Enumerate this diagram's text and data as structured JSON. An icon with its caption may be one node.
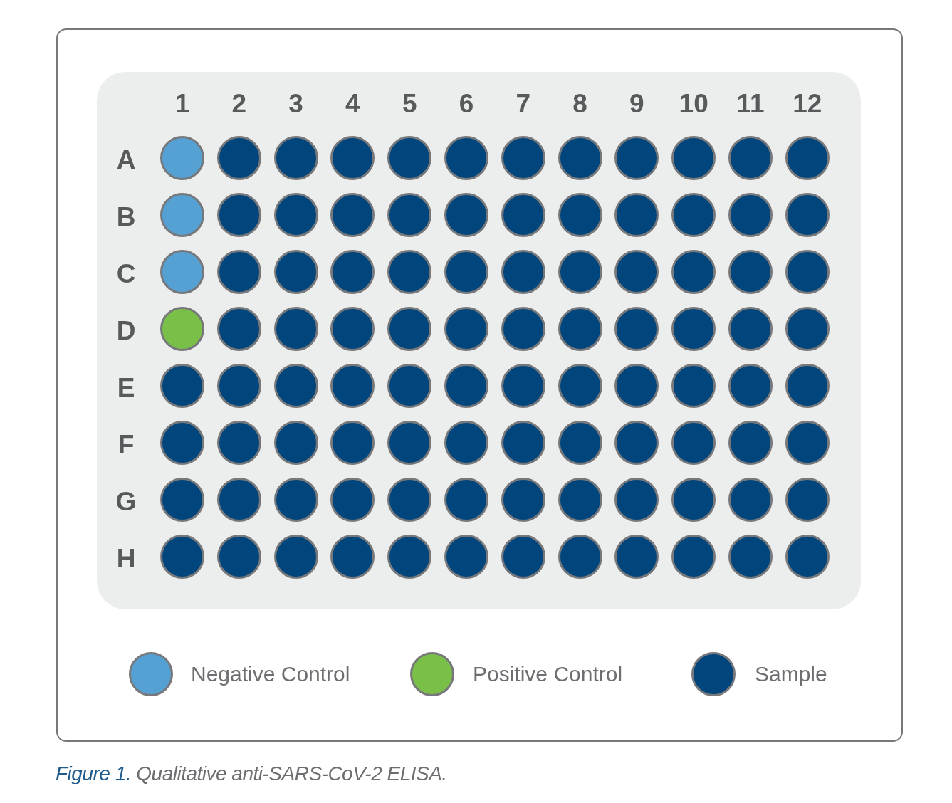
{
  "diagram": {
    "caption": "Figure 1. Qualitative anti-SARS-CoV-2 ELISA.",
    "labels": [
      "1",
      "2",
      "3",
      "4",
      "5",
      "6",
      "7",
      "8",
      "9",
      "10",
      "11",
      "12",
      "A",
      "B",
      "C",
      "D",
      "E",
      "F",
      "G",
      "H"
    ],
    "legend": [
      {
        "text": "Negative Control",
        "color": "#55a1d4"
      },
      {
        "text": "Positive Control",
        "color": "#7abf47"
      },
      {
        "text": "Sample",
        "color": "#00467d"
      }
    ]
  }
}
